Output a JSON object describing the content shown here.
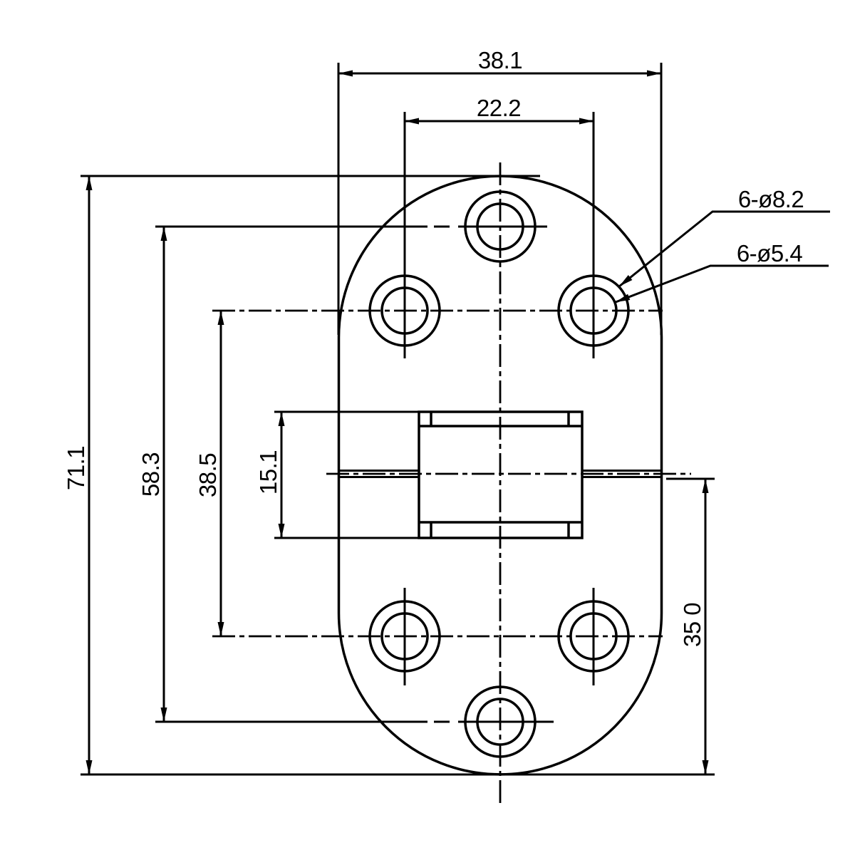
{
  "drawing": {
    "type": "engineering-dimension-drawing",
    "subject": "oval hinge plate, top view",
    "background_color": "#ffffff",
    "line_color": "#000000",
    "dimensions": {
      "overall_width": "38.1",
      "upper_hole_spacing": "22.2",
      "overall_length": "71.1",
      "end_hole_spacing": "58.3",
      "side_hole_spacing": "38.5",
      "barrel_width": "15.1",
      "pin_axis_to_end": "35 0"
    },
    "callouts": {
      "counterbore_holes": "6-ø8.2",
      "through_holes": "6-ø5.4"
    }
  }
}
